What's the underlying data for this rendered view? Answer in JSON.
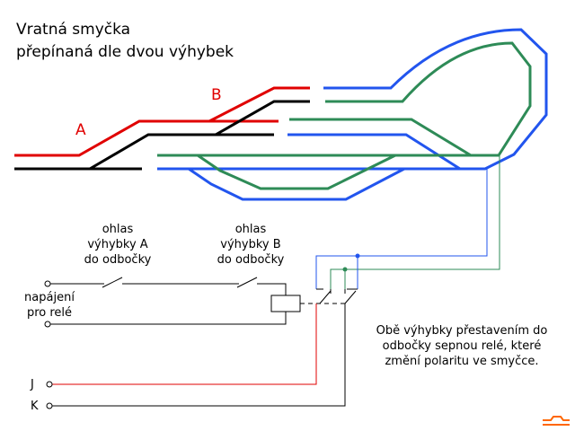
{
  "title": {
    "line1": "Vratná smyčka",
    "line2": "přepínaná dle dvou výhybek"
  },
  "turnouts": {
    "a": "A",
    "b": "B"
  },
  "feedback_a": {
    "line1": "ohlas",
    "line2": "výhybky A",
    "line3": "do odbočky"
  },
  "feedback_b": {
    "line1": "ohlas",
    "line2": "výhybky B",
    "line3": "do odbočky"
  },
  "power": {
    "line1": "napájení",
    "line2": "pro relé"
  },
  "terminals": {
    "j": "J",
    "k": "K"
  },
  "note": {
    "line1": "Obě výhybky přestavením do",
    "line2": "odbočky sepnou relé, které",
    "line3": "změní polaritu ve smyčce."
  },
  "colors": {
    "red": "#e00000",
    "black": "#000000",
    "green": "#2e8b57",
    "blue": "#2255ee",
    "logo": "#ff6600"
  }
}
